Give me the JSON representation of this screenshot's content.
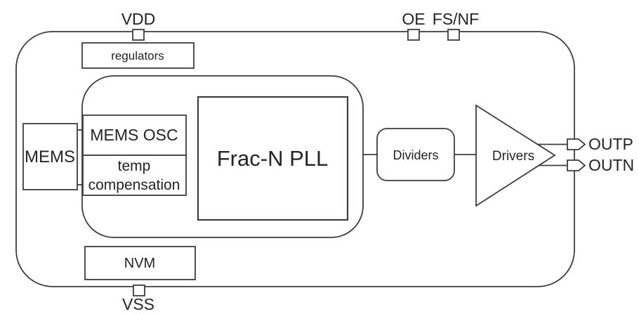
{
  "diagram": {
    "type": "chip-block-diagram",
    "pins": {
      "vdd": "VDD",
      "oe": "OE",
      "fsnf": "FS/NF",
      "vss": "VSS",
      "outp": "OUTP",
      "outn": "OUTN"
    },
    "blocks": {
      "regulators": "regulators",
      "mems": "MEMS",
      "mems_osc": "MEMS OSC",
      "temp_compensation": {
        "line1": "temp",
        "line2": "compensation"
      },
      "frac_n_pll": "Frac-N PLL",
      "dividers": "Dividers",
      "drivers": "Drivers",
      "nvm": "NVM"
    },
    "colors": {
      "line": "#3d3d3d",
      "text": "#242424",
      "background": "#ffffff"
    }
  }
}
